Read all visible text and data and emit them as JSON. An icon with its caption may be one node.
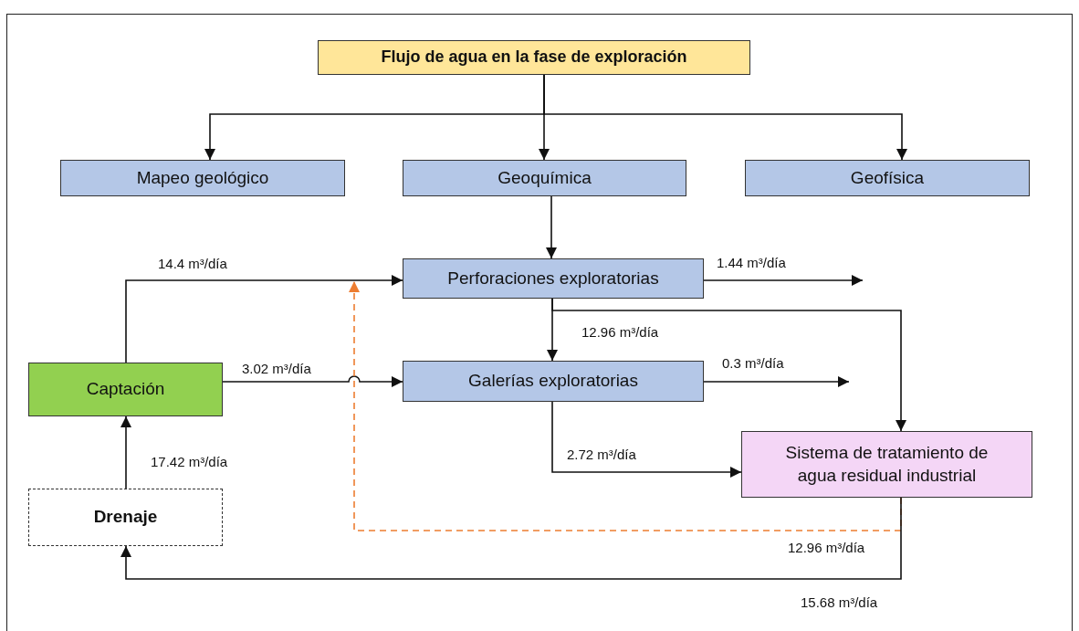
{
  "diagram": {
    "nodes": [
      {
        "text": [
          "Flujo de agua en la fase de exploración"
        ]
      },
      {
        "text": [
          "Mapeo geológico"
        ]
      },
      {
        "text": [
          "Geoquímica"
        ]
      },
      {
        "text": [
          "Geofísica"
        ]
      },
      {
        "text": [
          "Perforaciones exploratorias"
        ]
      },
      {
        "text": [
          "Captación"
        ]
      },
      {
        "text": [
          "Galerías exploratorias"
        ]
      },
      {
        "text": [
          "Sistema de tratamiento de agua residual industrial"
        ]
      },
      {
        "text": [
          "Drenaje"
        ]
      }
    ],
    "edges": [
      {
        "from": 0,
        "to": 1,
        "arrow": "to"
      },
      {
        "from": 0,
        "to": 2,
        "arrow": "to"
      },
      {
        "from": 0,
        "to": 3,
        "arrow": "to"
      },
      {
        "from": 2,
        "to": 4,
        "arrow": "to"
      },
      {
        "from": 5,
        "to": 4,
        "arrow": "to",
        "label": "14.4  m³/día"
      },
      {
        "from": 5,
        "to": 6,
        "arrow": "to",
        "label": "3.02 m³/día"
      },
      {
        "from": 8,
        "to": 5,
        "arrow": "to",
        "label": "17.42  m³/día"
      },
      {
        "from": 4,
        "to": null,
        "arrow": "to",
        "label": "1.44  m³/día"
      },
      {
        "from": 4,
        "to": 6,
        "arrow": "to",
        "label": "12.96  m³/día"
      },
      {
        "from": 4,
        "to": 7,
        "arrow": "to"
      },
      {
        "from": 6,
        "to": null,
        "arrow": "to",
        "label": "0.3  m³/día"
      },
      {
        "from": 6,
        "to": 7,
        "arrow": "to",
        "label": "2.72  m³/día"
      },
      {
        "from": 7,
        "to": 4,
        "arrow": "to",
        "label": "12.96  m³/día",
        "style": "dashed",
        "color": "#ed7d31"
      },
      {
        "from": 7,
        "to": 8,
        "arrow": "to",
        "label": "15.68  m³/día"
      }
    ]
  }
}
